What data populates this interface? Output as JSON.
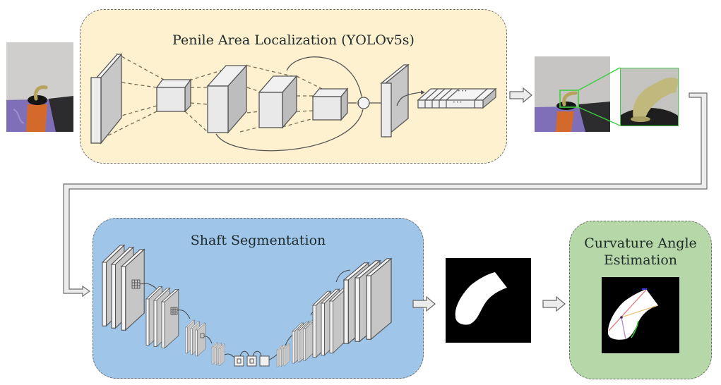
{
  "pipeline": {
    "stage1": {
      "title": "Penile Area Localization (YOLOv5s)",
      "color": "#fdf1cf"
    },
    "stage2": {
      "title": "Shaft Segmentation",
      "color": "#9fc5e8"
    },
    "stage3": {
      "title_line1": "Curvature Angle",
      "title_line2": "Estimation",
      "color": "#b6d7a8"
    },
    "output_tokens": {
      "dots_top": "···",
      "dots_bottom": "···"
    },
    "images": {
      "input_photo": "input-photo",
      "detection_photo": "detection-photo",
      "cropped_photo": "cropped-photo",
      "segmentation_mask": "segmentation-mask",
      "angle_overlay": "angle-overlay"
    },
    "highlight_color": "#3ecf3e"
  }
}
